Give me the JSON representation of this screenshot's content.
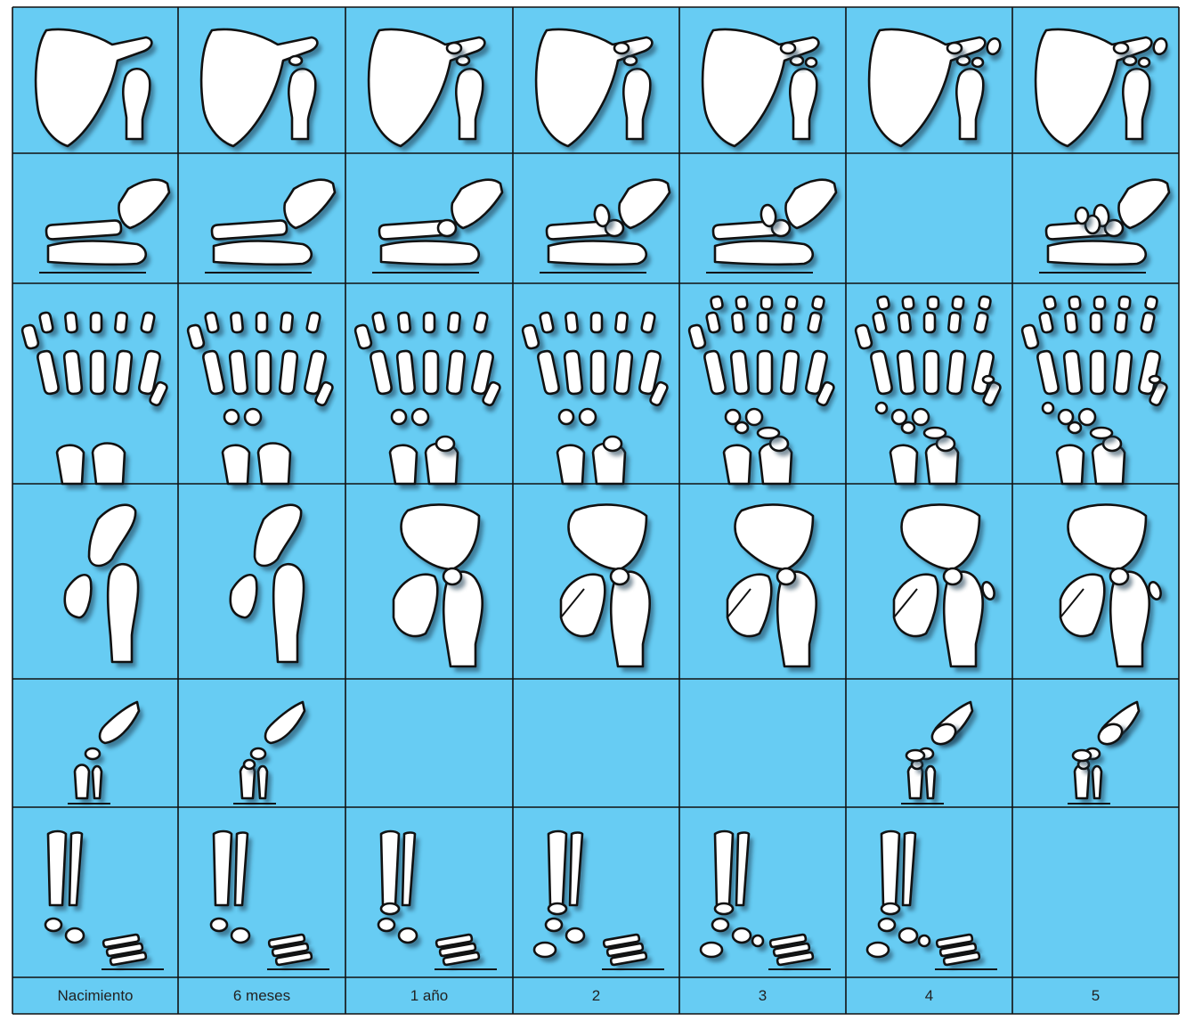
{
  "figure": {
    "colors": {
      "cell_fill": "#67ccf3",
      "grid_line": "#111111",
      "bone_fill": "#ffffff",
      "bone_outline": "#111111",
      "caption_row_fill": "#67ccf3"
    },
    "age_labels": [
      "Nacimiento",
      "6 meses",
      "1 año",
      "2",
      "3",
      "4",
      "5"
    ],
    "joint_rows": 6,
    "empty_cells": [
      {
        "row": 2,
        "col": 6
      },
      {
        "row": 5,
        "col": 3
      },
      {
        "row": 5,
        "col": 4
      },
      {
        "row": 5,
        "col": 5
      },
      {
        "row": 6,
        "col": 7
      }
    ]
  }
}
